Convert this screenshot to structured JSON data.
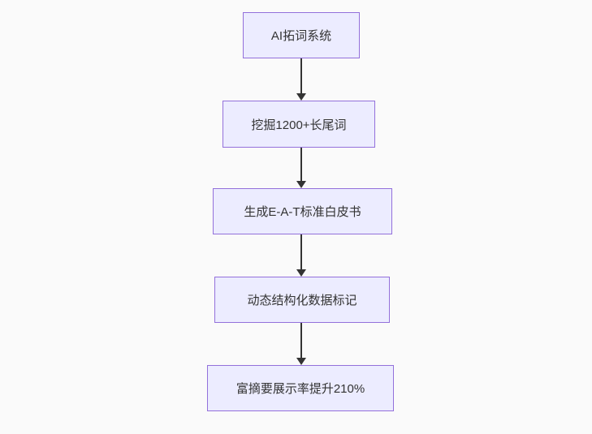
{
  "diagram": {
    "type": "flowchart-top-down",
    "background_color": "#fafafa",
    "node_fill_color": "#ececff",
    "node_border_color": "#9370db",
    "text_color": "#333333",
    "arrow_color": "#333333",
    "nodes": [
      {
        "id": "A",
        "label": "AI拓词系统"
      },
      {
        "id": "B",
        "label": "挖掘1200+长尾词"
      },
      {
        "id": "C",
        "label": "生成E-A-T标准白皮书"
      },
      {
        "id": "D",
        "label": "动态结构化数据标记"
      },
      {
        "id": "E",
        "label": "富摘要展示率提升210%"
      }
    ],
    "edges": [
      {
        "from": "A",
        "to": "B"
      },
      {
        "from": "B",
        "to": "C"
      },
      {
        "from": "C",
        "to": "D"
      },
      {
        "from": "D",
        "to": "E"
      }
    ]
  }
}
